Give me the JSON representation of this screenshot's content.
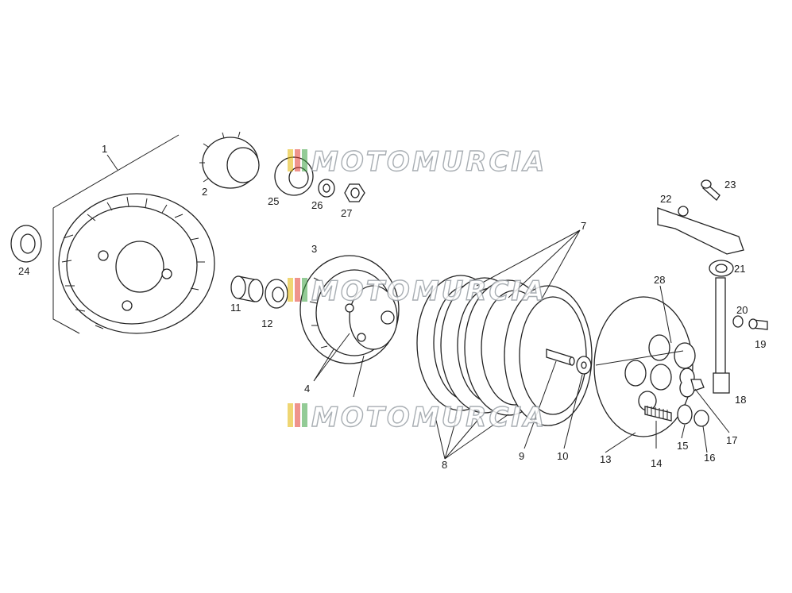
{
  "diagram": {
    "labels": [
      "1",
      "2",
      "3",
      "4",
      "7",
      "8",
      "9",
      "10",
      "11",
      "12",
      "13",
      "14",
      "15",
      "16",
      "17",
      "18",
      "19",
      "20",
      "21",
      "22",
      "23",
      "24",
      "25",
      "26",
      "27",
      "28"
    ],
    "watermark": {
      "text": "MOTOMURCIA",
      "colors": [
        "#e2b400",
        "#e23b2e",
        "#3aa040"
      ]
    }
  }
}
